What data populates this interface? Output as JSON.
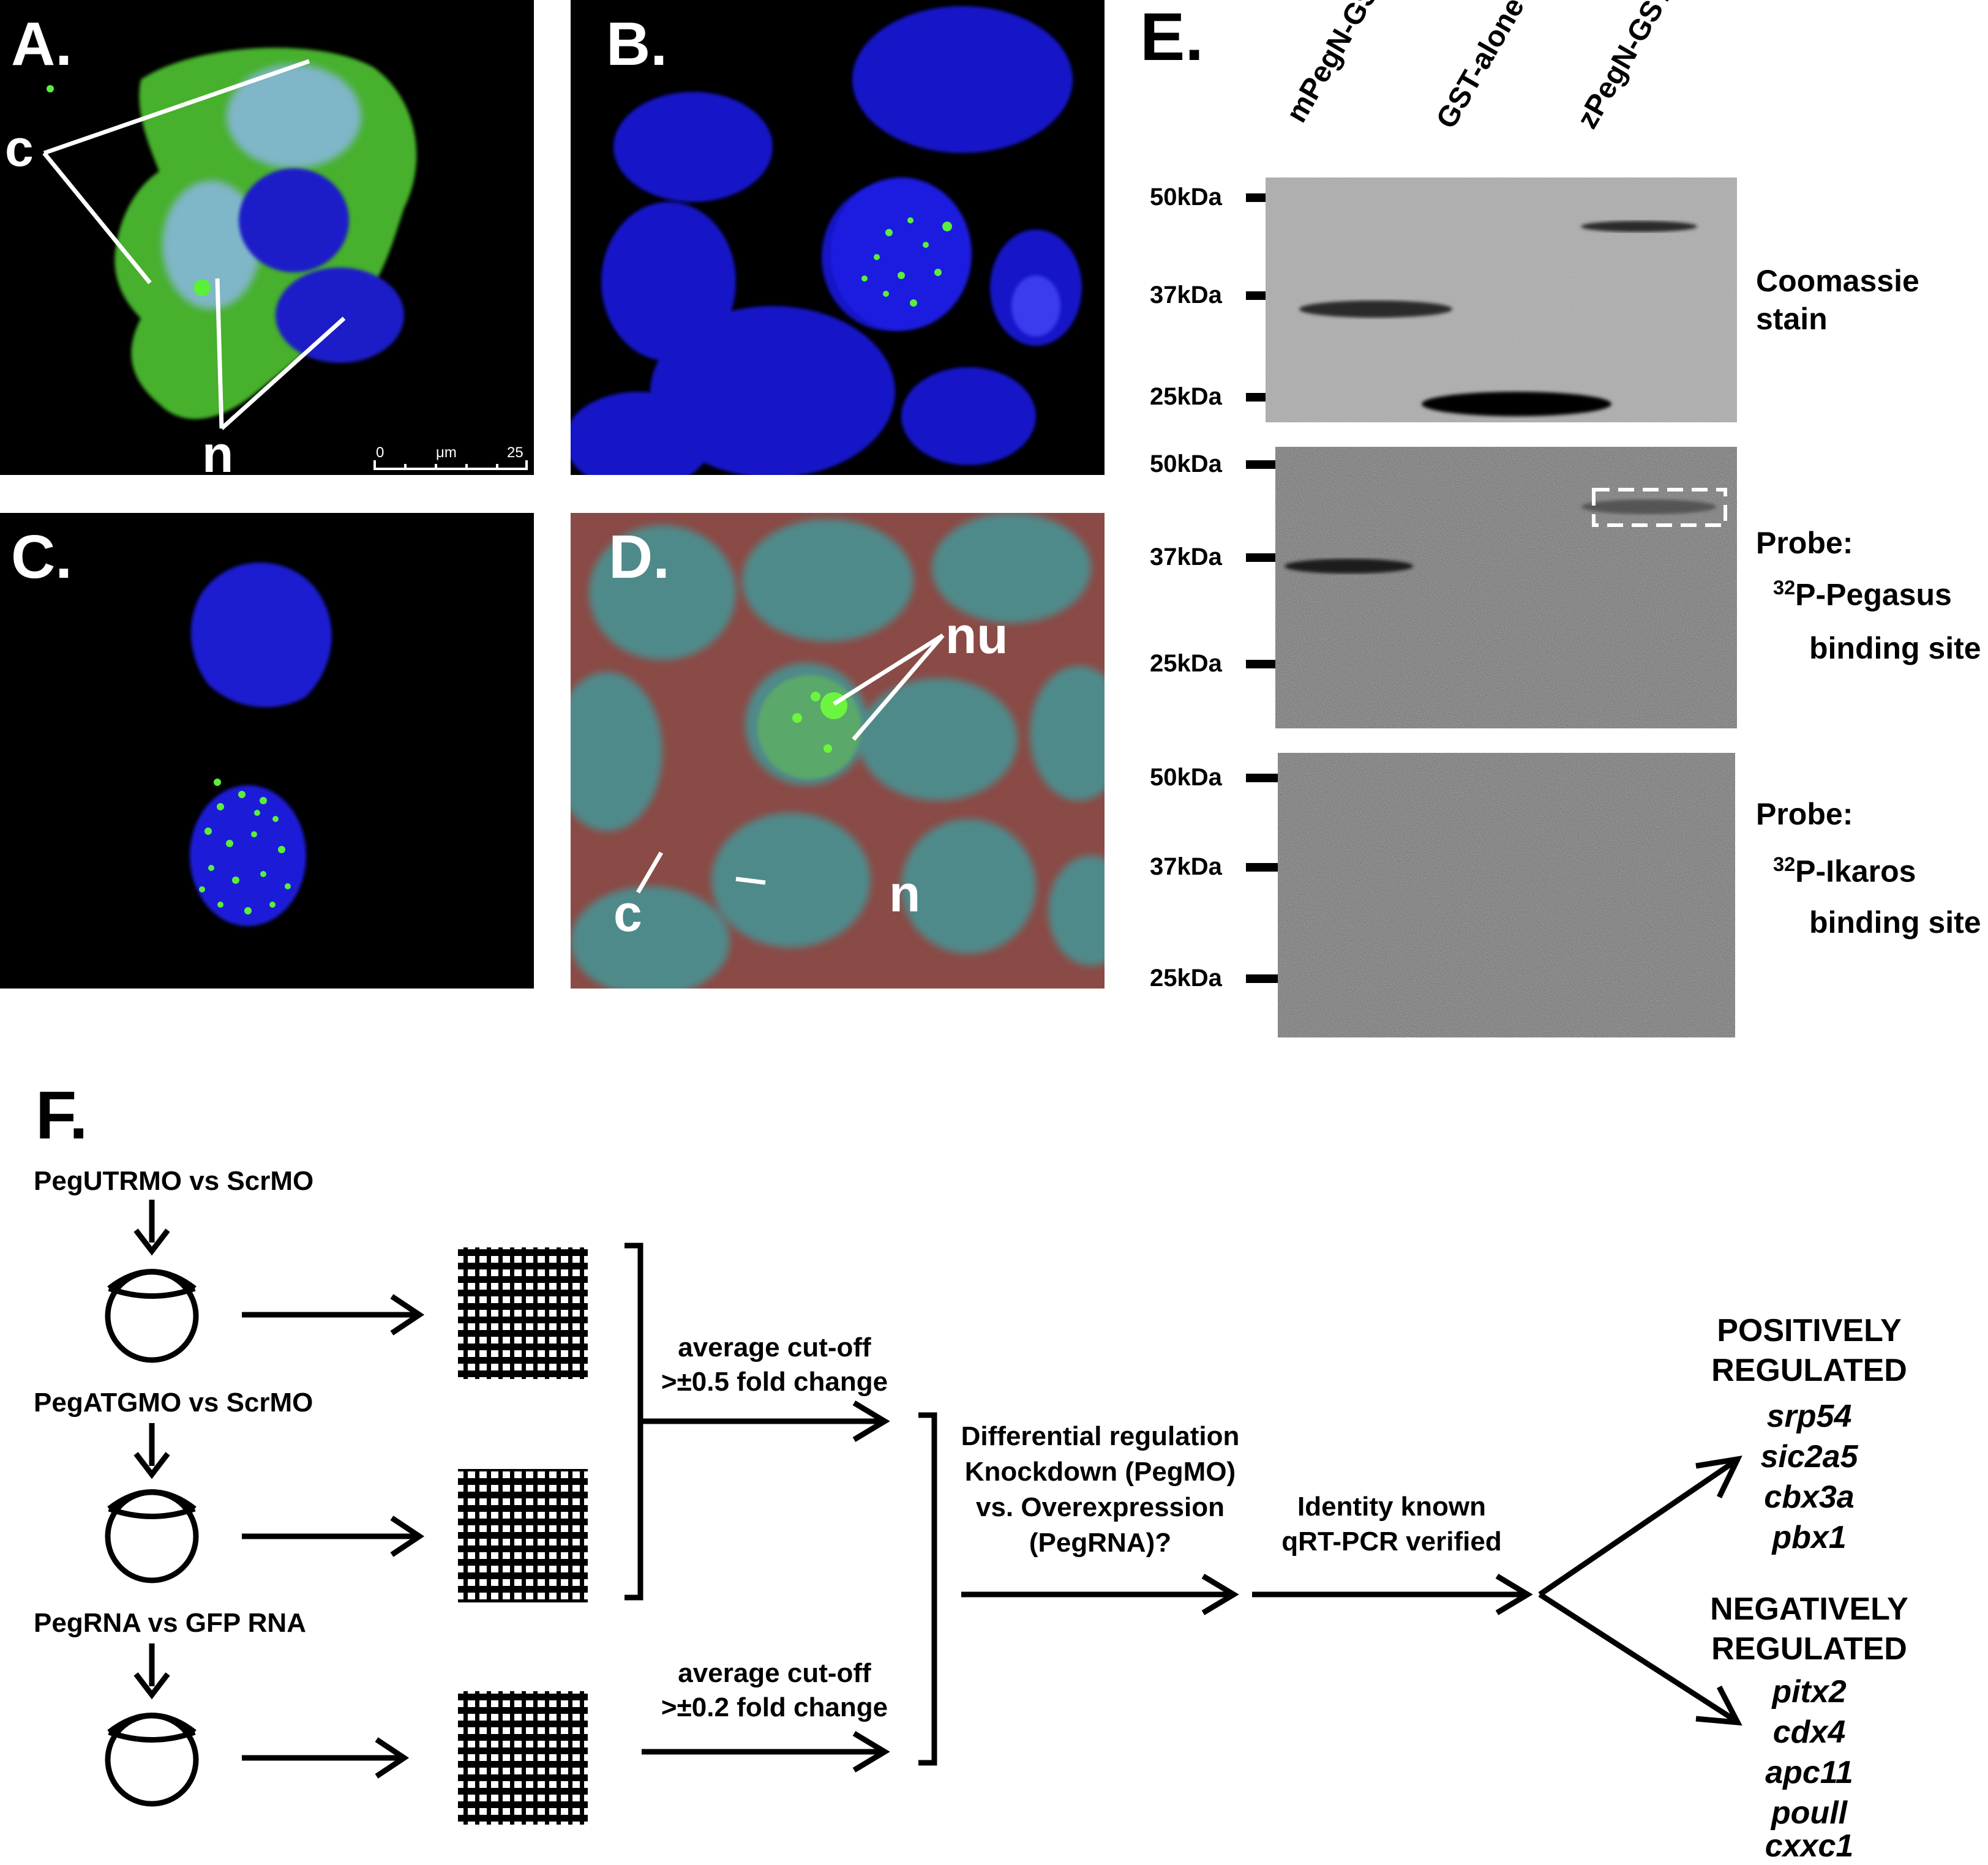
{
  "panels": {
    "a": {
      "label": "A.",
      "annotations": {
        "c": "c",
        "n": "n"
      },
      "scale_bar": {
        "min": "0",
        "unit": "μm",
        "max": "25"
      }
    },
    "b": {
      "label": "B."
    },
    "c": {
      "label": "C."
    },
    "d": {
      "label": "D.",
      "annotations": {
        "nu": "nu",
        "c": "c",
        "n": "n"
      }
    },
    "e": {
      "label": "E.",
      "lanes": [
        "mPegN-GST",
        "GST-alone",
        "zPegN-GST"
      ],
      "blots": [
        {
          "markers": [
            "50kDa",
            "37kDa",
            "25kDa"
          ],
          "label_line1": "Coomassie",
          "label_line2": "stain"
        },
        {
          "markers": [
            "50kDa",
            "37kDa",
            "25kDa"
          ],
          "label_line1": "Probe:",
          "label_sup": "32",
          "label_line2": "P-Pegasus",
          "label_line3": "binding site"
        },
        {
          "markers": [
            "50kDa",
            "37kDa",
            "25kDa"
          ],
          "label_line1": "Probe:",
          "label_sup": "32",
          "label_line2": "P-Ikaros",
          "label_line3": "binding site"
        }
      ]
    },
    "f": {
      "label": "F.",
      "conditions": [
        "PegUTRMO vs ScrMO",
        "PegATGMO vs ScrMO",
        "PegRNA vs GFP RNA"
      ],
      "cutoff1": [
        "average cut-off",
        ">±0.5 fold change"
      ],
      "cutoff2": [
        "average cut-off",
        ">±0.2 fold change"
      ],
      "question": [
        "Differential regulation",
        "Knockdown (PegMO)",
        "vs. Overexpression",
        "(PegRNA)?"
      ],
      "verified": [
        "Identity known",
        "qRT-PCR verified"
      ],
      "positive": {
        "title": [
          "POSITIVELY",
          "REGULATED"
        ],
        "genes": [
          "srp54",
          "sic2a5",
          "cbx3a",
          "pbx1"
        ]
      },
      "negative": {
        "title": [
          "NEGATIVELY",
          "REGULATED"
        ],
        "genes": [
          "pitx2",
          "cdx4",
          "apc11",
          "poull",
          "cxxc1"
        ]
      }
    }
  }
}
